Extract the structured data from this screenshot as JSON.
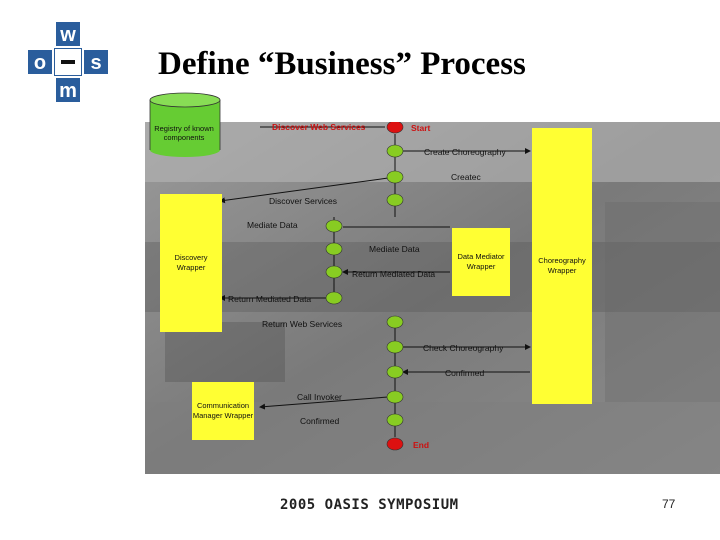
{
  "slide": {
    "title": "Define “Business” Process",
    "logo_letters": [
      "w",
      "o",
      "s",
      "m"
    ],
    "footer": "2005 OASIS SYMPOSIUM",
    "page_number": "77"
  },
  "diagram": {
    "registry_label": "Registry of known components",
    "flow_labels": {
      "discover_web_services": "Discover Web Services",
      "start": "Start",
      "end": "End",
      "create_choreography": "Create Choreography",
      "createc": "Createc",
      "discover_services": "Discover Services",
      "mediate_data_1": "Mediate Data",
      "mediate_data_2": "Mediate Data",
      "return_mediated_data_1": "Return Mediated Data",
      "return_mediated_data_2": "Return Mediated Data",
      "return_web_services": "Return Web Services",
      "check_choreography": "Check Choreography",
      "confirmed_1": "Confirmed",
      "call_invoker": "Call Invoker",
      "confirmed_2": "Confirmed"
    },
    "boxes": {
      "discovery_wrapper": "Discovery Wrapper",
      "data_mediator_wrapper": "Data Mediator Wrapper",
      "choreography_wrapper": "Choreography Wrapper",
      "communication_manager_wrapper": "Communication Manager Wrapper"
    },
    "colors": {
      "node_green": "#88cc22",
      "node_red": "#dd1111",
      "box_yellow": "#ffff33",
      "registry_green": "#66cc33",
      "logo_blue": "#2a5d9c"
    }
  }
}
